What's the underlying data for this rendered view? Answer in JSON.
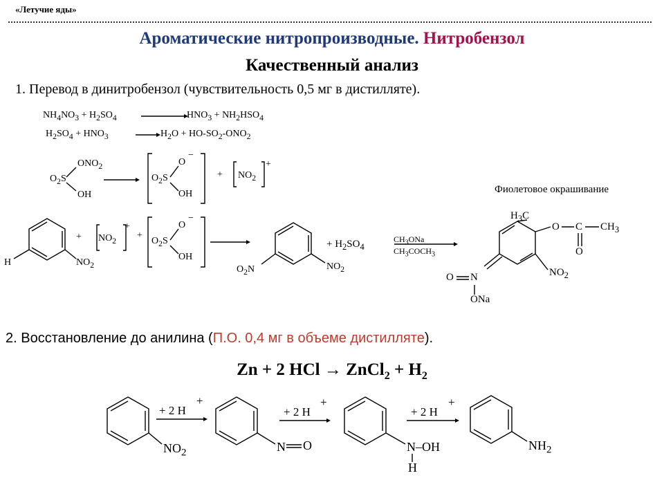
{
  "header": {
    "tag": "«Летучие яды»",
    "title_main": "Ароматические нитропроизводные.",
    "title_accent": "Нитробензол",
    "title_accent_color": "#a3124a",
    "title_color": "#1f3a7a",
    "subtitle": "Качественный анализ"
  },
  "step1": {
    "text": "1. Перевод в динитробензол (чувствительность 0,5 мг в дистилляте).",
    "eq1_left_a": "NH",
    "eq1_left_a_sub": "4",
    "eq1_left_b": "NO",
    "eq1_left_b_sub": "3",
    "eq1_plus1": "+ H",
    "eq1_plus1_sub": "2",
    "eq1_plus1_b": "SO",
    "eq1_plus1_sub2": "4",
    "eq1_right": "HNO",
    "eq1_right_sub": "3",
    "eq1_right_b": "+ NH",
    "eq1_right_sub2": "2",
    "eq1_right_c": "HSO",
    "eq1_right_sub3": "4",
    "eq2_left": "H",
    "eq2_left_sub": "2",
    "eq2_left_b": "SO",
    "eq2_left_sub2": "4",
    "eq2_left_c": "+ HNO",
    "eq2_left_sub3": "3",
    "eq2_right": "H",
    "eq2_right_sub": "2",
    "eq2_right_b": "O +  HO-SO",
    "eq2_right_sub2": "2",
    "eq2_right_c": "-ONO",
    "eq2_right_sub3": "2",
    "r_ono2": "ONO",
    "r_ono2_sub": "2",
    "r_o2s": "O",
    "r_o2s_sub": "2",
    "r_s": "S",
    "r_oh": "OH",
    "r_o_minus": "O",
    "minus": "−",
    "r_plus": "+",
    "r_no2": "NO",
    "r_no2_sub": "2",
    "plus_charge": "+",
    "h": "H",
    "ch3ona": "CH",
    "ch3ona_sub": "3",
    "ch3ona_b": "ONa",
    "ch3coch3": "CH",
    "ch3coch3_sub": "3",
    "ch3coch3_b": "COCH",
    "ch3coch3_sub2": "3",
    "h2so4": "+ H",
    "h2so4_sub": "2",
    "h2so4_b": "SO",
    "h2so4_sub2": "4",
    "o2n": "O",
    "o2n_sub": "2",
    "o2n_b": "N",
    "h3c": "H",
    "h3c_sub": "3",
    "h3c_b": "C",
    "o": "O",
    "c": "C",
    "ch3": "CH",
    "ch3_sub": "3",
    "o_eq_n": "O",
    "n": "N",
    "ona": "ONa",
    "violet_label": "Фиолетовое окрашивание"
  },
  "step2": {
    "text_a": "2. Восстановление до анилина (",
    "text_red": "П.О. 0,4 мг в объеме дистилляте",
    "text_b": ").",
    "equation": "Zn + 2 HCl → ZnCl",
    "equation_sub": "2",
    "equation_b": " + H",
    "equation_sub2": "2",
    "reagent": "+ 2 H",
    "reagent_charge": "+",
    "no2": "NO",
    "no2_sub": "2",
    "n": "N",
    "o": "O",
    "noh": "N–OH",
    "h": "H",
    "nh2": "NH",
    "nh2_sub": "2"
  }
}
